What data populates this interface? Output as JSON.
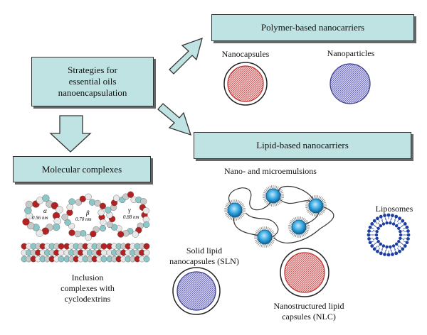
{
  "main_box": "Strategies for\nessential oils\nnanoencapsulation",
  "polymer": {
    "title": "Polymer-based nanocarriers",
    "nanocapsules": "Nanocapsules",
    "nanoparticles": "Nanoparticles"
  },
  "lipid": {
    "title": "Lipid-based nanocarriers",
    "emulsions": "Nano- and microemulsions",
    "liposomes": "Liposomes",
    "sln": "Solid lipid\nnanocapsules (SLN)",
    "nlc": "Nanostructured lipid\ncapsules (NLC)"
  },
  "molecular": {
    "title": "Molecular complexes",
    "inclusion": "Inclusion\ncomplexes with\ncyclodextrins",
    "alpha": "α",
    "beta": "β",
    "gamma": "γ",
    "alpha_size": "0.56 nm",
    "beta_size": "0.70 nm",
    "gamma_size": "0.88 nm"
  },
  "colors": {
    "box_fill": "#bfe3e3",
    "arrow_fill": "#bfe3e3",
    "nanocapsule_core": "#d9a6a6",
    "nanoparticle_fill": "#b3b3e6",
    "nlc_core": "#e8b4b4",
    "liposome": "#1f3f9f",
    "droplet": "#2b9fd8"
  }
}
